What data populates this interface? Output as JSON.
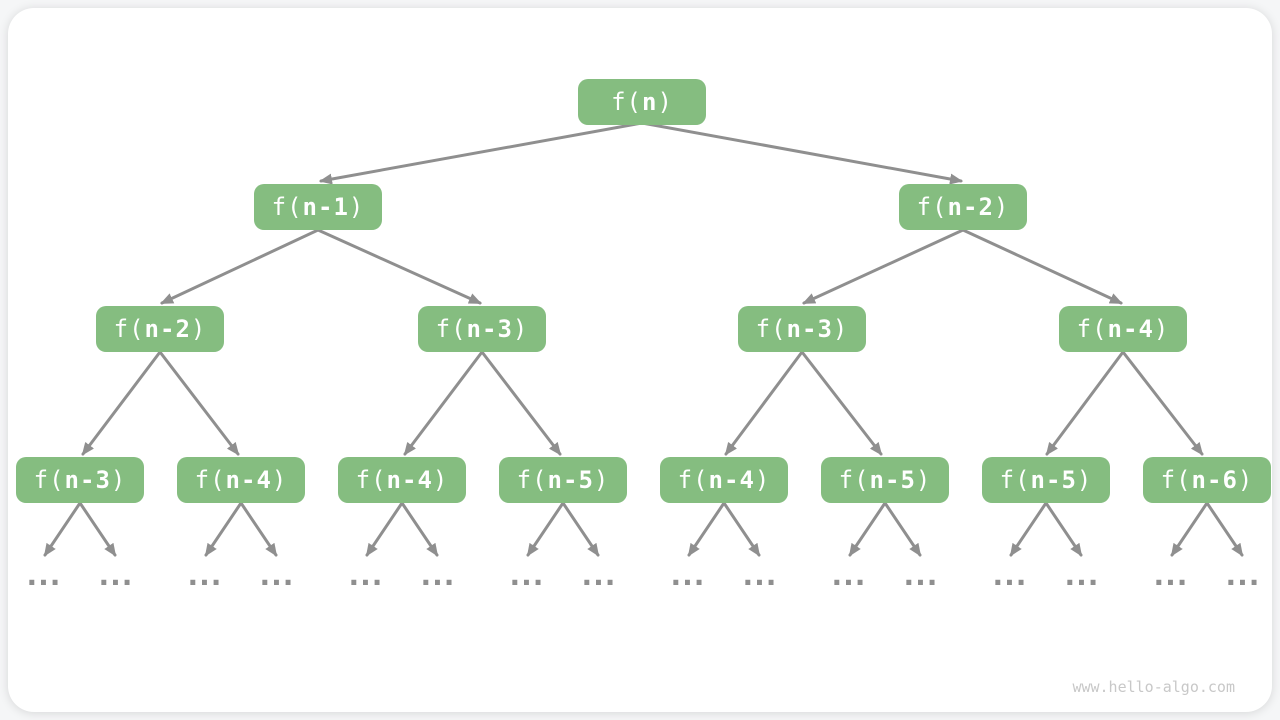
{
  "page": {
    "watermark": "www.hello-algo.com"
  },
  "colors": {
    "node_bg": "#85bd80",
    "node_text": "#ffffff",
    "arrow": "#8f8f8f",
    "ellipsis": "#8f8f8f",
    "card_bg": "#ffffff",
    "page_bg": "#f5f6f7",
    "watermark": "#c8c8c8"
  },
  "tree": {
    "description": "recursion-tree",
    "ellipsis": "...",
    "nodes": [
      {
        "pre": "f(",
        "arg": "n",
        "post": ")"
      },
      {
        "pre": "f(",
        "arg": "n-1",
        "post": ")"
      },
      {
        "pre": "f(",
        "arg": "n-2",
        "post": ")"
      },
      {
        "pre": "f(",
        "arg": "n-2",
        "post": ")"
      },
      {
        "pre": "f(",
        "arg": "n-3",
        "post": ")"
      },
      {
        "pre": "f(",
        "arg": "n-3",
        "post": ")"
      },
      {
        "pre": "f(",
        "arg": "n-4",
        "post": ")"
      },
      {
        "pre": "f(",
        "arg": "n-3",
        "post": ")"
      },
      {
        "pre": "f(",
        "arg": "n-4",
        "post": ")"
      },
      {
        "pre": "f(",
        "arg": "n-4",
        "post": ")"
      },
      {
        "pre": "f(",
        "arg": "n-5",
        "post": ")"
      },
      {
        "pre": "f(",
        "arg": "n-4",
        "post": ")"
      },
      {
        "pre": "f(",
        "arg": "n-5",
        "post": ")"
      },
      {
        "pre": "f(",
        "arg": "n-5",
        "post": ")"
      },
      {
        "pre": "f(",
        "arg": "n-6",
        "post": ")"
      }
    ]
  }
}
